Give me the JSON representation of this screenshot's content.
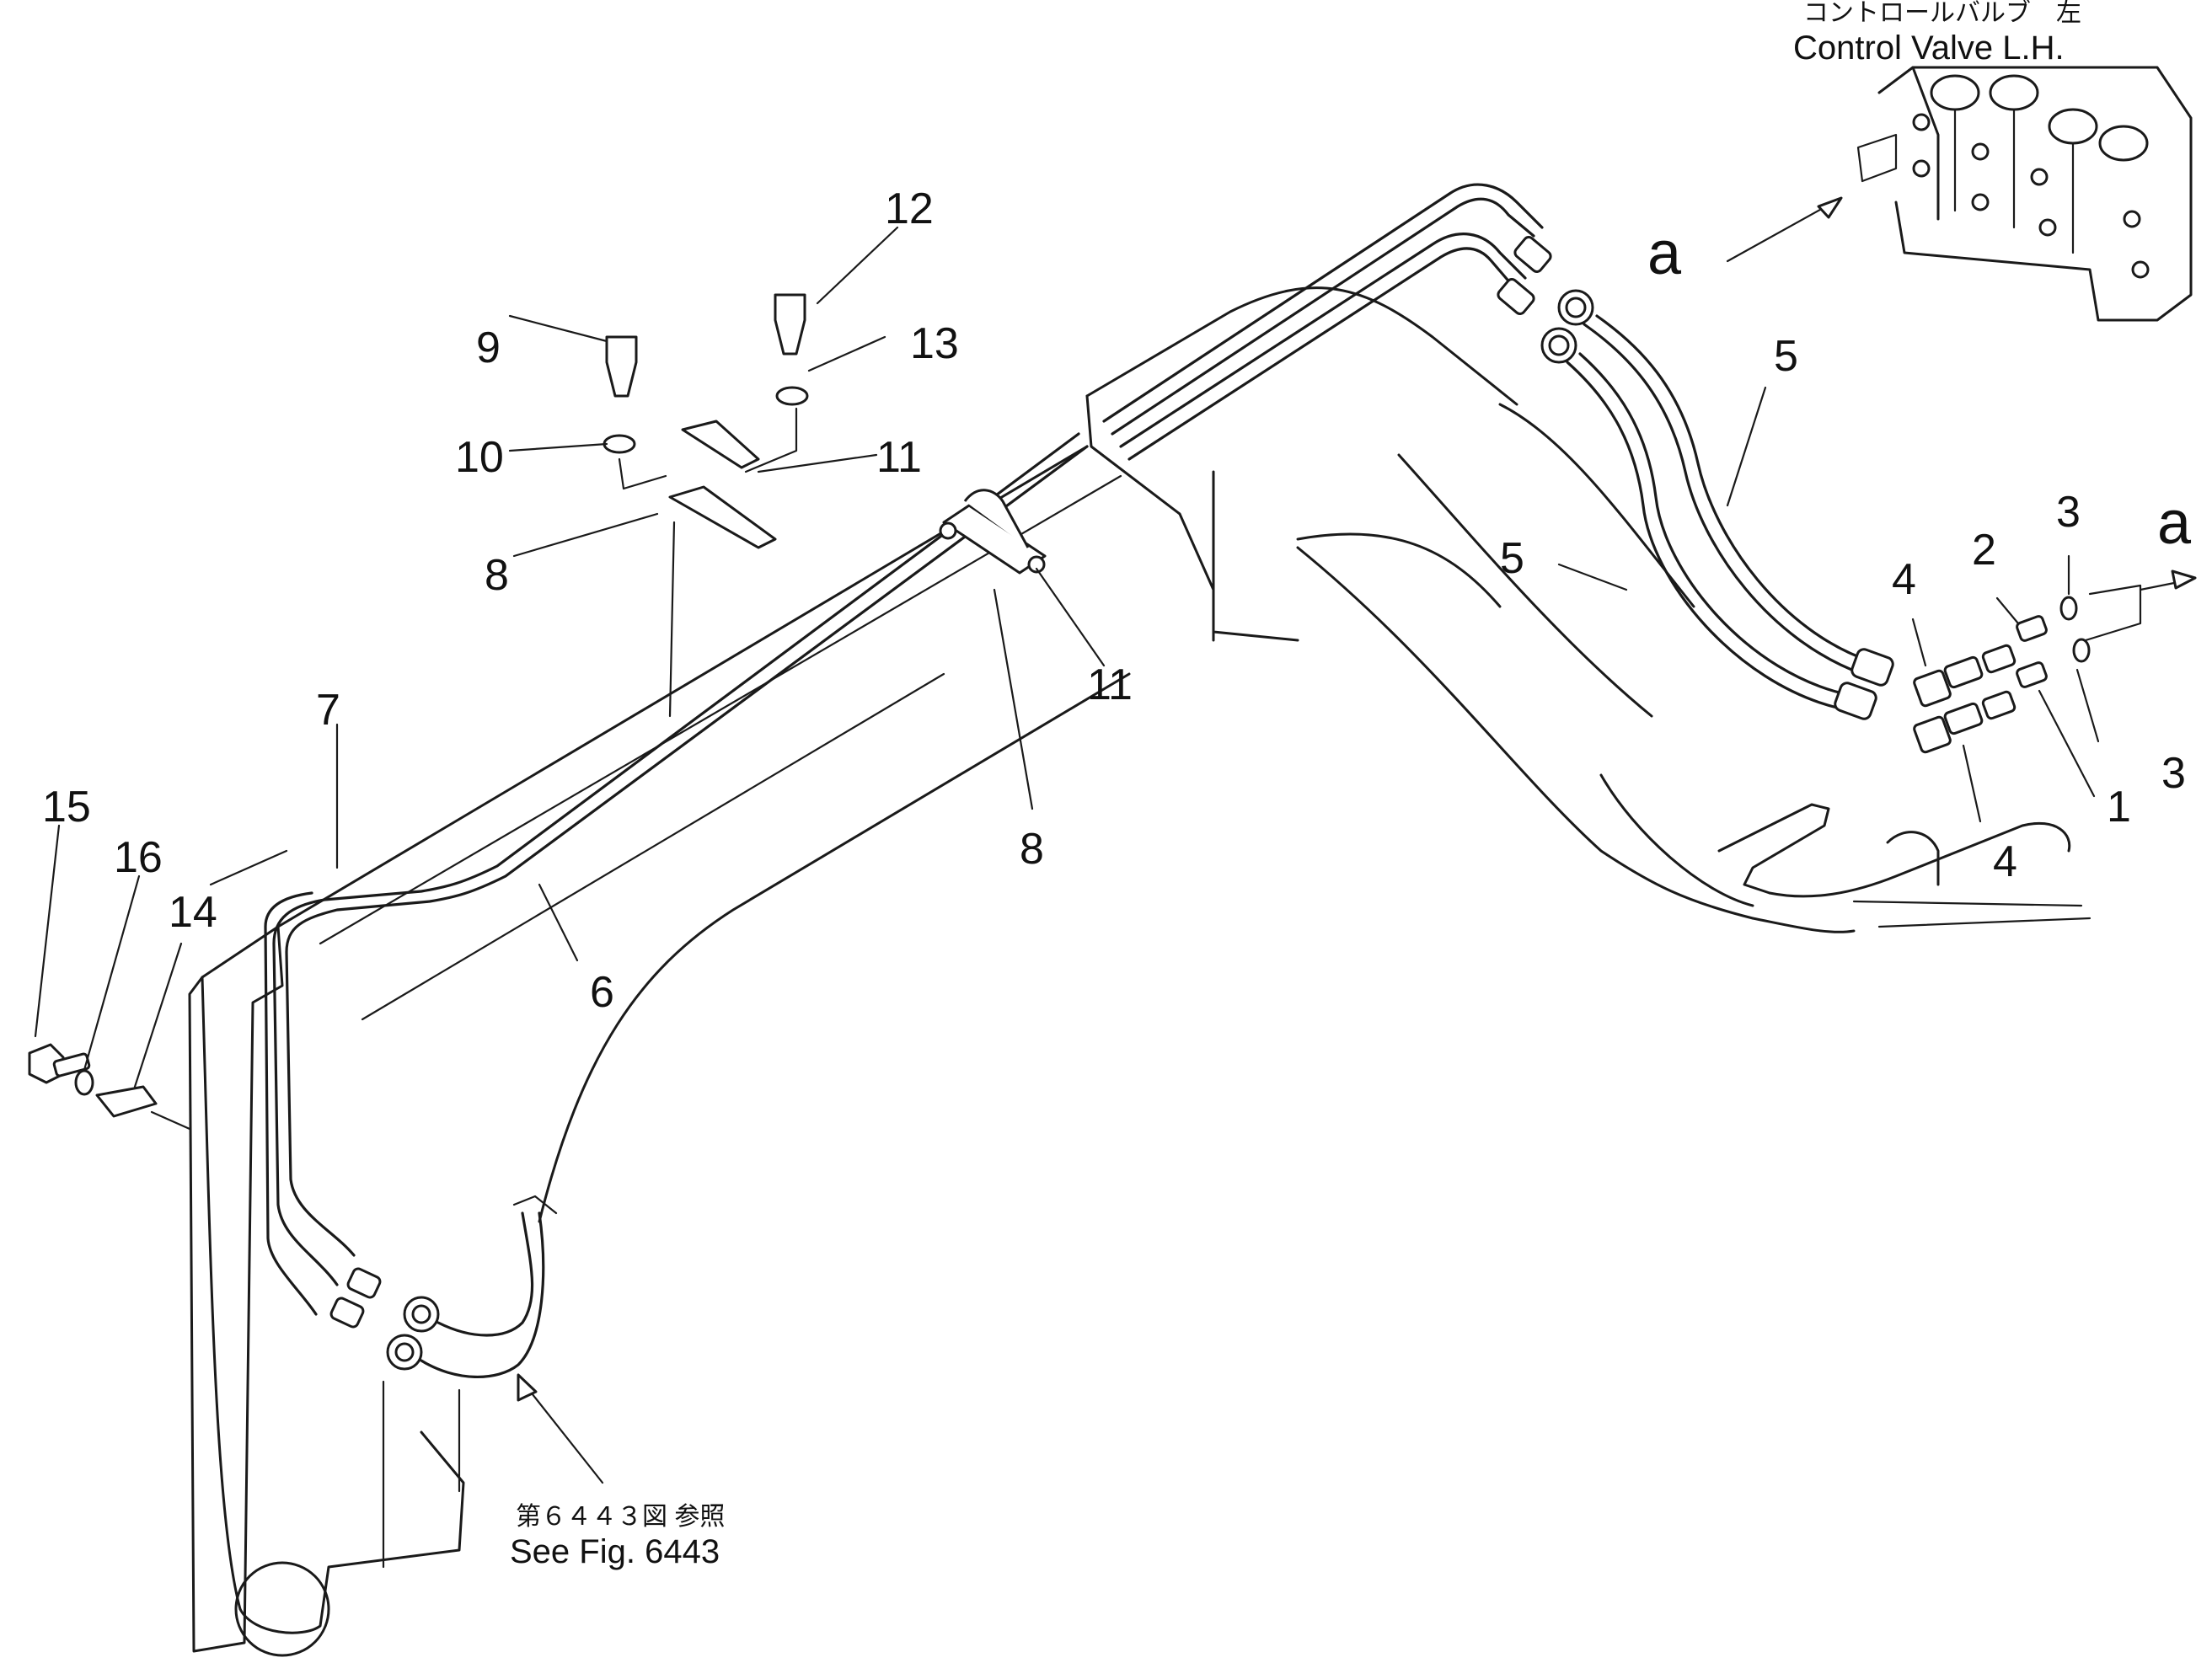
{
  "title": {
    "jp": "コントロールバルブ　左",
    "en": "Control Valve L.H."
  },
  "reference": {
    "jp": "第６４４３図 参照",
    "en": "See Fig. 6443"
  },
  "view_marks": {
    "top": "a",
    "right": "a"
  },
  "callouts": {
    "c1": "1",
    "c2": "2",
    "c3a": "3",
    "c3b": "3",
    "c4a": "4",
    "c4b": "4",
    "c5a": "5",
    "c5b": "5",
    "c6": "6",
    "c7": "7",
    "c8a": "8",
    "c8b": "8",
    "c9": "9",
    "c10": "10",
    "c11a": "11",
    "c11b": "11",
    "c12": "12",
    "c13": "13",
    "c14": "14",
    "c15": "15",
    "c16": "16"
  }
}
